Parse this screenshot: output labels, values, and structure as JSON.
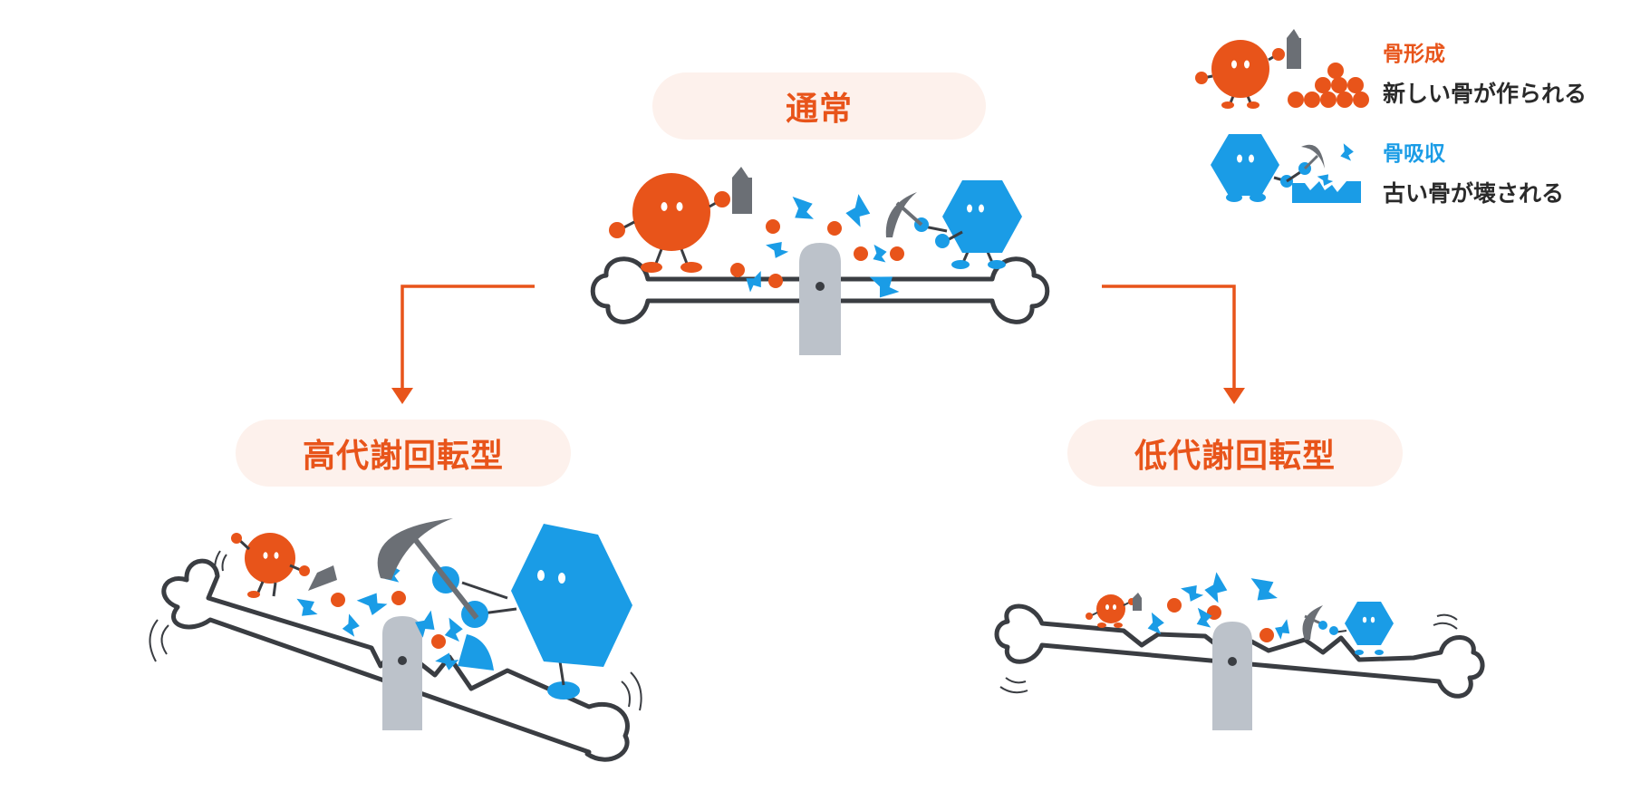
{
  "titles": {
    "normal": "通常",
    "high_turnover": "高代謝回転型",
    "low_turnover": "低代謝回転型"
  },
  "legend": {
    "formation": {
      "label": "骨形成",
      "description": "新しい骨が作られる",
      "icon": "osteoblast-icon"
    },
    "resorption": {
      "label": "骨吸収",
      "description": "古い骨が壊される",
      "icon": "osteoclast-icon"
    }
  },
  "colors": {
    "formation": "#e8541a",
    "resorption": "#1a9ce6",
    "bone_outline": "#3a3d42",
    "fulcrum": "#bcc2ca",
    "pill_background": "#fdf1ec",
    "arrow": "#e8541a"
  }
}
